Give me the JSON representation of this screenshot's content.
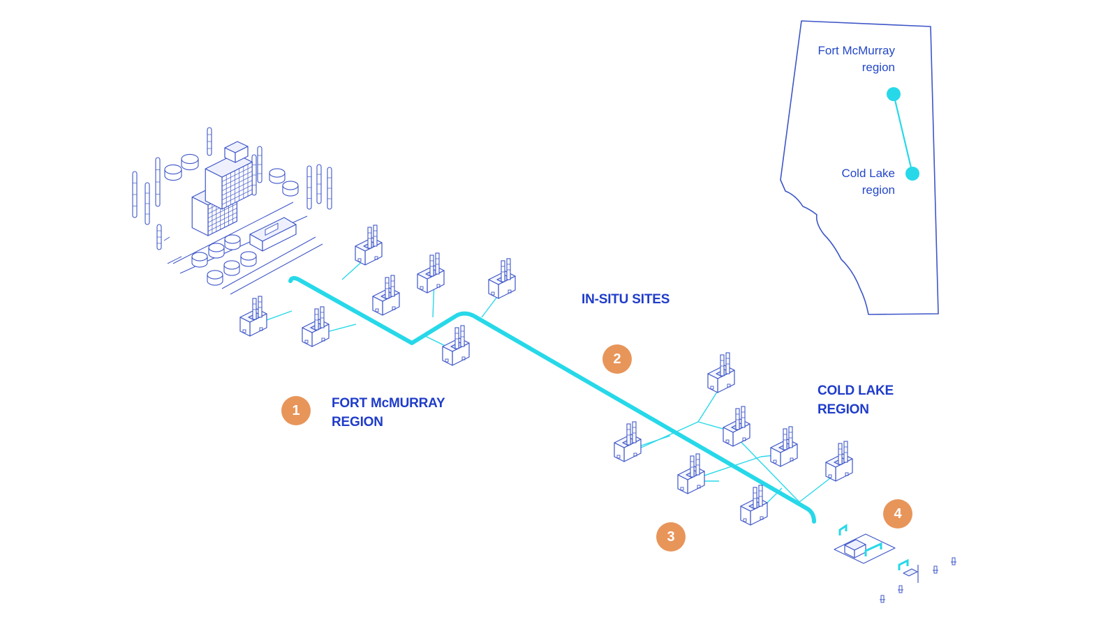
{
  "regions": {
    "fort_mcmurray": {
      "line1": "FORT McMURRAY",
      "line2": "REGION",
      "step": "1"
    },
    "in_situ": {
      "label": "IN-SITU SITES",
      "step": "2"
    },
    "cold_lake": {
      "line1": "COLD LAKE",
      "line2": "REGION",
      "step_pipeline_end": "3",
      "step_delivery": "4"
    }
  },
  "inset_map": {
    "fort_mcmurray": {
      "line1": "Fort McMurray",
      "line2": "region"
    },
    "cold_lake": {
      "line1": "Cold Lake",
      "line2": "region"
    }
  },
  "colors": {
    "pipeline": "#27d8e9",
    "outline": "#3d55c7",
    "label": "#1f3cc9",
    "badge": "#e8955a"
  },
  "icons": {
    "facility": "industrial-factory-icon",
    "oil_sands_complex": "refinery-complex-icon",
    "delivery": "pumping-station-icon"
  }
}
